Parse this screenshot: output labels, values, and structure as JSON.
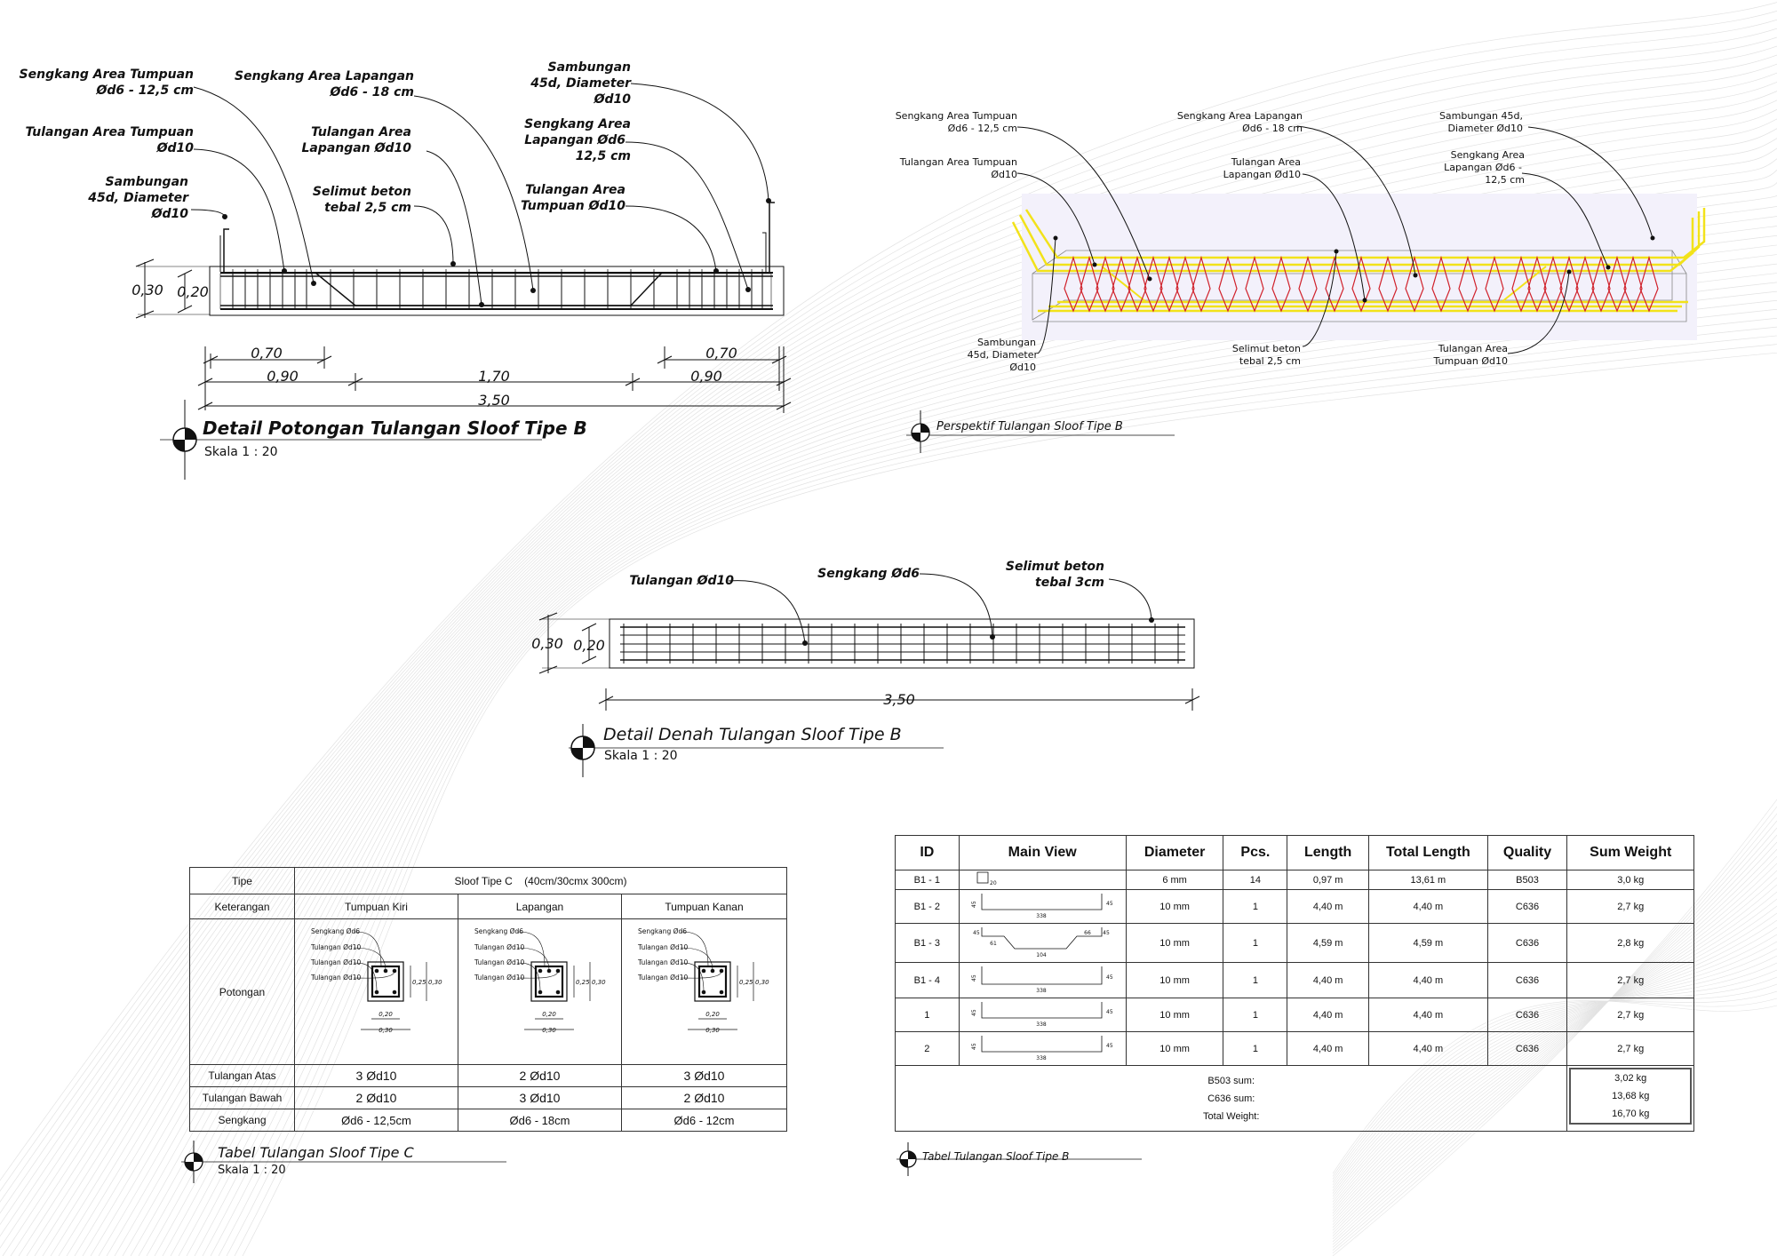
{
  "section_detail": {
    "title": "Detail Potongan Tulangan Sloof Tipe B",
    "scale": "Skala 1 : 20",
    "labels": {
      "sengkang_tumpuan_l1": "Sengkang Area Tumpuan",
      "sengkang_tumpuan_l2": "Ød6 - 12,5 cm",
      "sengkang_lapangan_l1": "Sengkang Area Lapangan",
      "sengkang_lapangan_l2": "Ød6 - 18 cm",
      "sambungan_r_l1": "Sambungan",
      "sambungan_r_l2": "45d, Diameter",
      "sambungan_r_l3": "Ød10",
      "tulangan_tumpuan_l1": "Tulangan Area Tumpuan",
      "tulangan_tumpuan_l2": "Ød10",
      "tulangan_lapangan_l1": "Tulangan Area",
      "tulangan_lapangan_l2": "Lapangan Ød10",
      "sengkang_lap_r_l1": "Sengkang Area",
      "sengkang_lap_r_l2": "Lapangan Ød6",
      "sengkang_lap_r_l3": "12,5 cm",
      "sambungan_l_l1": "Sambungan",
      "sambungan_l_l2": "45d, Diameter",
      "sambungan_l_l3": "Ød10",
      "selimut_l1": "Selimut beton",
      "selimut_l2": "tebal 2,5 cm",
      "tulangan_tumpuan_r_l1": "Tulangan Area",
      "tulangan_tumpuan_r_l2": "Tumpuan Ød10"
    },
    "dims": {
      "h_outer": "0,30",
      "h_inner": "0,20",
      "d_070_left": "0,70",
      "d_070_right": "0,70",
      "d_090_left": "0,90",
      "d_170": "1,70",
      "d_090_right": "0,90",
      "d_350": "3,50"
    }
  },
  "perspective": {
    "title": "Perspektif Tulangan Sloof Tipe B",
    "labels": {
      "st_l1": "Sengkang Area Tumpuan",
      "st_l2": "Ød6 - 12,5 cm",
      "tt_l1": "Tulangan Area Tumpuan",
      "tt_l2": "Ød10",
      "sl_l1": "Sengkang Area Lapangan",
      "sl_l2": "Ød6 - 18 cm",
      "tl_l1": "Tulangan Area",
      "tl_l2": "Lapangan Ød10",
      "sb_r_l1": "Sambungan 45d,",
      "sb_r_l2": "Diameter Ød10",
      "slr_l1": "Sengkang Area",
      "slr_l2": "Lapangan Ød6 -",
      "slr_l3": "12,5 cm",
      "sb_l_l1": "Sambungan",
      "sb_l_l2": "45d, Diameter",
      "sb_l_l3": "Ød10",
      "sel_l1": "Selimut beton",
      "sel_l2": "tebal 2,5 cm",
      "ttr_l1": "Tulangan Area",
      "ttr_l2": "Tumpuan Ød10"
    }
  },
  "plan_detail": {
    "title": "Detail Denah Tulangan Sloof Tipe B",
    "scale": "Skala 1 : 20",
    "labels": {
      "tulangan": "Tulangan Ød10",
      "sengkang": "Sengkang Ød6",
      "selimut_l1": "Selimut beton",
      "selimut_l2": "tebal 3cm"
    },
    "dims": {
      "h_outer": "0,30",
      "h_inner": "0,20",
      "length": "3,50"
    }
  },
  "table_c": {
    "title": "Tabel Tulangan Sloof Tipe C",
    "scale": "Skala 1 : 20",
    "tipe_label": "Tipe",
    "tipe_value": "Sloof Tipe C    (40cm/30cmx 300cm)",
    "keterangan_label": "Keterangan",
    "columns": [
      "Tumpuan Kiri",
      "Lapangan",
      "Tumpuan Kanan"
    ],
    "potongan_label": "Potongan",
    "potongan_items": [
      {
        "l1": "Sengkang Ød6",
        "l2": "Tulangan Ød10",
        "l3": "Tulangan Ød10",
        "l4": "Tulangan Ød10",
        "h1": "0,25",
        "h2": "0,30",
        "w1": "0,20",
        "w2": "0,30"
      },
      {
        "l1": "Sengkang Ød6",
        "l2": "Tulangan Ød10",
        "l3": "Tulangan Ød10",
        "l4": "Tulangan Ød10",
        "h1": "0,25",
        "h2": "0,30",
        "w1": "0,20",
        "w2": "0,30"
      },
      {
        "l1": "Sengkang Ød6",
        "l2": "Tulangan Ød10",
        "l3": "Tulangan Ød10",
        "l4": "Tulangan Ød10",
        "h1": "0,25",
        "h2": "0,30",
        "w1": "0,20",
        "w2": "0,30"
      }
    ],
    "rows": [
      {
        "label": "Tulangan Atas",
        "values": [
          "3  Ød10",
          "2  Ød10",
          "3  Ød10"
        ]
      },
      {
        "label": "Tulangan Bawah",
        "values": [
          "2  Ød10",
          "3  Ød10",
          "2  Ød10"
        ]
      },
      {
        "label": "Sengkang",
        "values": [
          "Ød6 - 12,5cm",
          "Ød6 - 18cm",
          "Ød6 - 12cm"
        ]
      }
    ]
  },
  "table_b": {
    "title": "Tabel Tulangan Sloof Tipe B",
    "headers": [
      "ID",
      "Main View",
      "Diameter",
      "Pcs.",
      "Length",
      "Total Length",
      "Quality",
      "Sum Weight"
    ],
    "rows": [
      {
        "id": "B1 - 1",
        "shape": "stirrup",
        "shape_labels": [
          "20"
        ],
        "diameter": "6 mm",
        "pcs": "14",
        "length": "0,97 m",
        "total_length": "13,61 m",
        "quality": "B503",
        "weight": "3,0 kg"
      },
      {
        "id": "B1 - 2",
        "shape": "straight",
        "shape_labels": [
          "45",
          "338",
          "45"
        ],
        "diameter": "10 mm",
        "pcs": "1",
        "length": "4,40 m",
        "total_length": "4,40 m",
        "quality": "C636",
        "weight": "2,7 kg"
      },
      {
        "id": "B1 - 3",
        "shape": "bent",
        "shape_labels": [
          "45",
          "61",
          "104",
          "66",
          "45"
        ],
        "diameter": "10 mm",
        "pcs": "1",
        "length": "4,59 m",
        "total_length": "4,59 m",
        "quality": "C636",
        "weight": "2,8 kg"
      },
      {
        "id": "B1 - 4",
        "shape": "straight",
        "shape_labels": [
          "45",
          "338",
          "45"
        ],
        "diameter": "10 mm",
        "pcs": "1",
        "length": "4,40 m",
        "total_length": "4,40 m",
        "quality": "C636",
        "weight": "2,7 kg"
      },
      {
        "id": "1",
        "shape": "straight",
        "shape_labels": [
          "45",
          "338",
          "45"
        ],
        "diameter": "10 mm",
        "pcs": "1",
        "length": "4,40 m",
        "total_length": "4,40 m",
        "quality": "C636",
        "weight": "2,7 kg"
      },
      {
        "id": "2",
        "shape": "straight",
        "shape_labels": [
          "45",
          "338",
          "45"
        ],
        "diameter": "10 mm",
        "pcs": "1",
        "length": "4,40 m",
        "total_length": "4,40 m",
        "quality": "C636",
        "weight": "2,7 kg"
      }
    ],
    "sums": {
      "b503_label": "B503 sum:",
      "c636_label": "C636 sum:",
      "total_label": "Total Weight:",
      "b503_value": "3,02 kg",
      "c636_value": "13,68 kg",
      "total_value": "16,70 kg"
    }
  },
  "colors": {
    "rebar_main": "#f2e21a",
    "stirrup": "#d0202a",
    "line": "#111111",
    "bg_wave": "#e2e2e2"
  }
}
